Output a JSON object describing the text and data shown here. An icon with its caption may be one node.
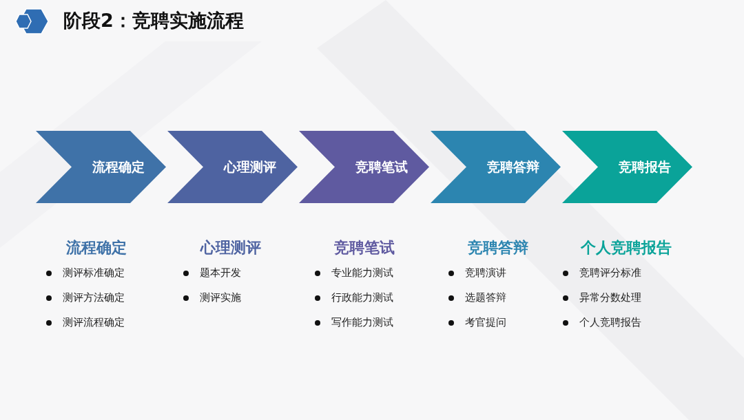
{
  "diagram": {
    "title": "阶段2：竞聘实施流程",
    "nodes": [
      {
        "text": [
          "流程确定"
        ]
      },
      {
        "text": [
          "心理测评"
        ]
      },
      {
        "text": [
          "竞聘笔试"
        ]
      },
      {
        "text": [
          "竞聘答辩"
        ]
      },
      {
        "text": [
          "竞聘报告"
        ]
      }
    ],
    "labels": [
      "流程确定",
      "测评标准确定",
      "测评方法确定",
      "测评流程确定",
      "心理测评",
      "题本开发",
      "测评实施",
      "竞聘笔试",
      "专业能力测试",
      "行政能力测试",
      "写作能力测试",
      "竞聘答辩",
      "竞聘演讲",
      "选题答辩",
      "考官提问",
      "个人竞聘报告",
      "竞聘评分标准",
      "异常分数处理",
      "个人竞聘报告"
    ]
  }
}
